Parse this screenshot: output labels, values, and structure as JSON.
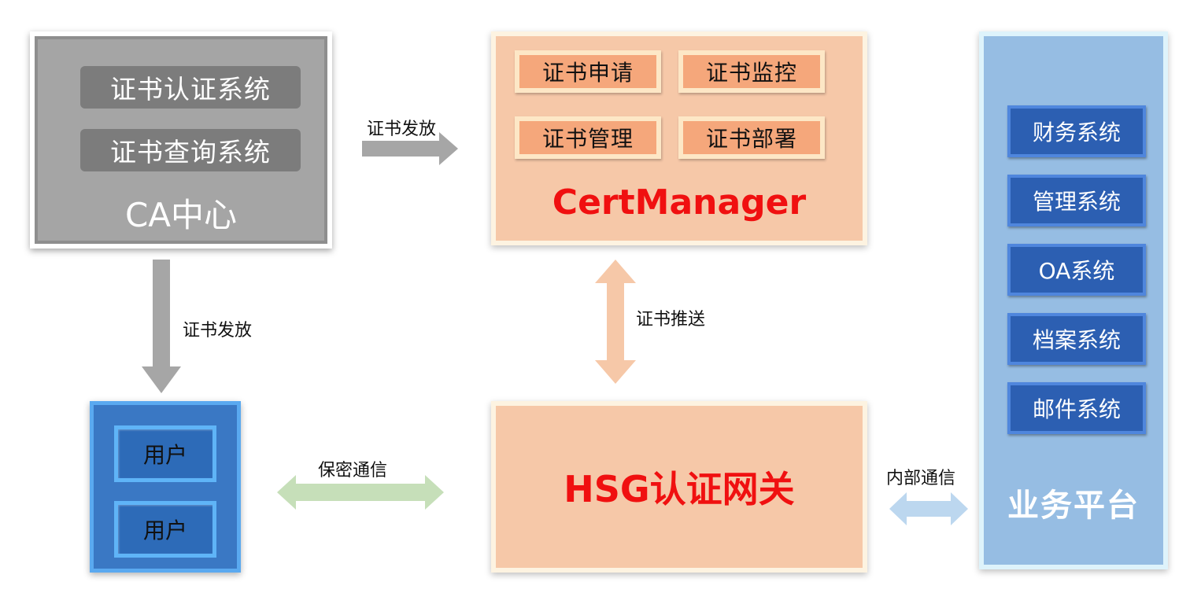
{
  "ca_center": {
    "title": "CA中心",
    "systems": [
      "证书认证系统",
      "证书查询系统"
    ]
  },
  "certmanager": {
    "title": "CertManager",
    "functions": [
      "证书申请",
      "证书监控",
      "证书管理",
      "证书部署"
    ]
  },
  "hsg_gateway": {
    "title": "HSG认证网关"
  },
  "users": {
    "items": [
      "用户",
      "用户"
    ]
  },
  "business_platform": {
    "title": "业务平台",
    "systems": [
      "财务系统",
      "管理系统",
      "OA系统",
      "档案系统",
      "邮件系统"
    ]
  },
  "connections": {
    "ca_to_certmanager": "证书发放",
    "ca_to_users": "证书发放",
    "certmanager_hsg": "证书推送",
    "users_hsg": "保密通信",
    "hsg_business": "内部通信"
  },
  "colors": {
    "ca_gray": "#a5a5a5",
    "certmanager_peach": "#f6c8a8",
    "title_red": "#f01010",
    "user_blue": "#3a78c4",
    "platform_blue": "#96bde3",
    "arrow_green": "#c6dfb9",
    "arrow_lightblue": "#bcd7ef"
  }
}
